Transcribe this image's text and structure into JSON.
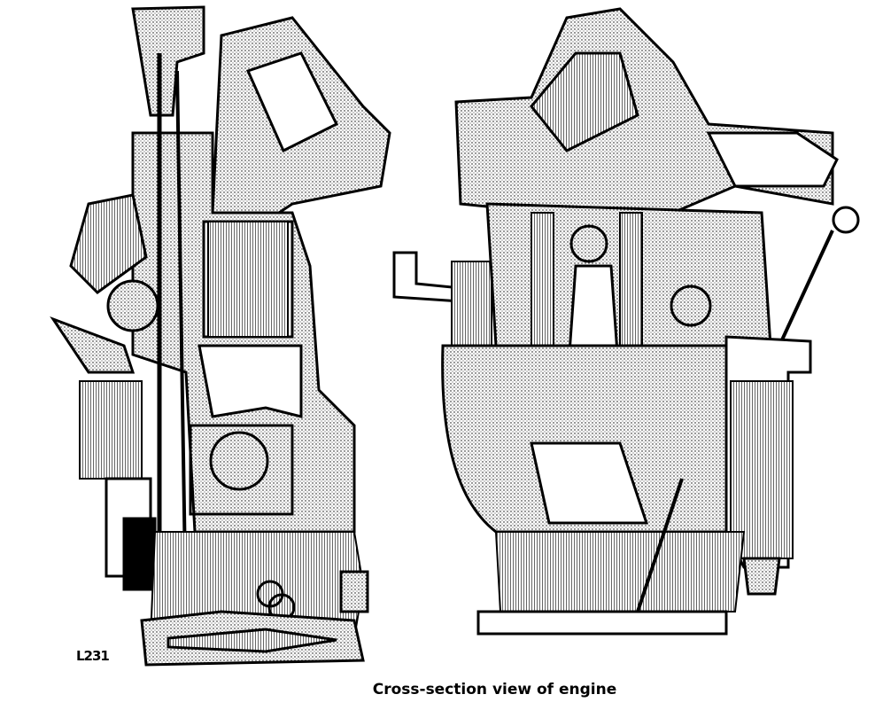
{
  "figure": {
    "label": "L231",
    "caption": "Cross-section view of engine",
    "ink_color": "#000000",
    "background_color": "#ffffff",
    "views": [
      "side-section",
      "front-section"
    ]
  }
}
